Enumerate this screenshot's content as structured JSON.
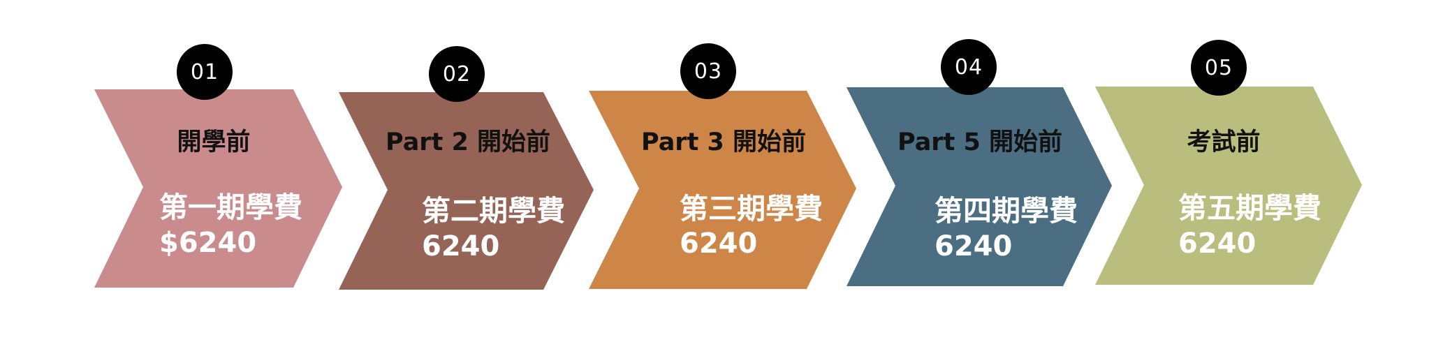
{
  "steps": [
    {
      "number": "01",
      "heading": "開學前",
      "fee_label": "第一期學費",
      "amount": "$6240",
      "color": "#c98b8c"
    },
    {
      "number": "02",
      "heading": "Part 2 開始前",
      "fee_label": "第二期學費",
      "amount": "6240",
      "color": "#966456"
    },
    {
      "number": "03",
      "heading": "Part 3 開始前",
      "fee_label": "第三期學費",
      "amount": "6240",
      "color": "#ce8548"
    },
    {
      "number": "04",
      "heading": "Part 5 開始前",
      "fee_label": "第四期學費",
      "amount": "6240",
      "color": "#4b6e83"
    },
    {
      "number": "05",
      "heading": "考試前",
      "fee_label": "第五期學費",
      "amount": "6240",
      "color": "#b9bd7d"
    }
  ]
}
